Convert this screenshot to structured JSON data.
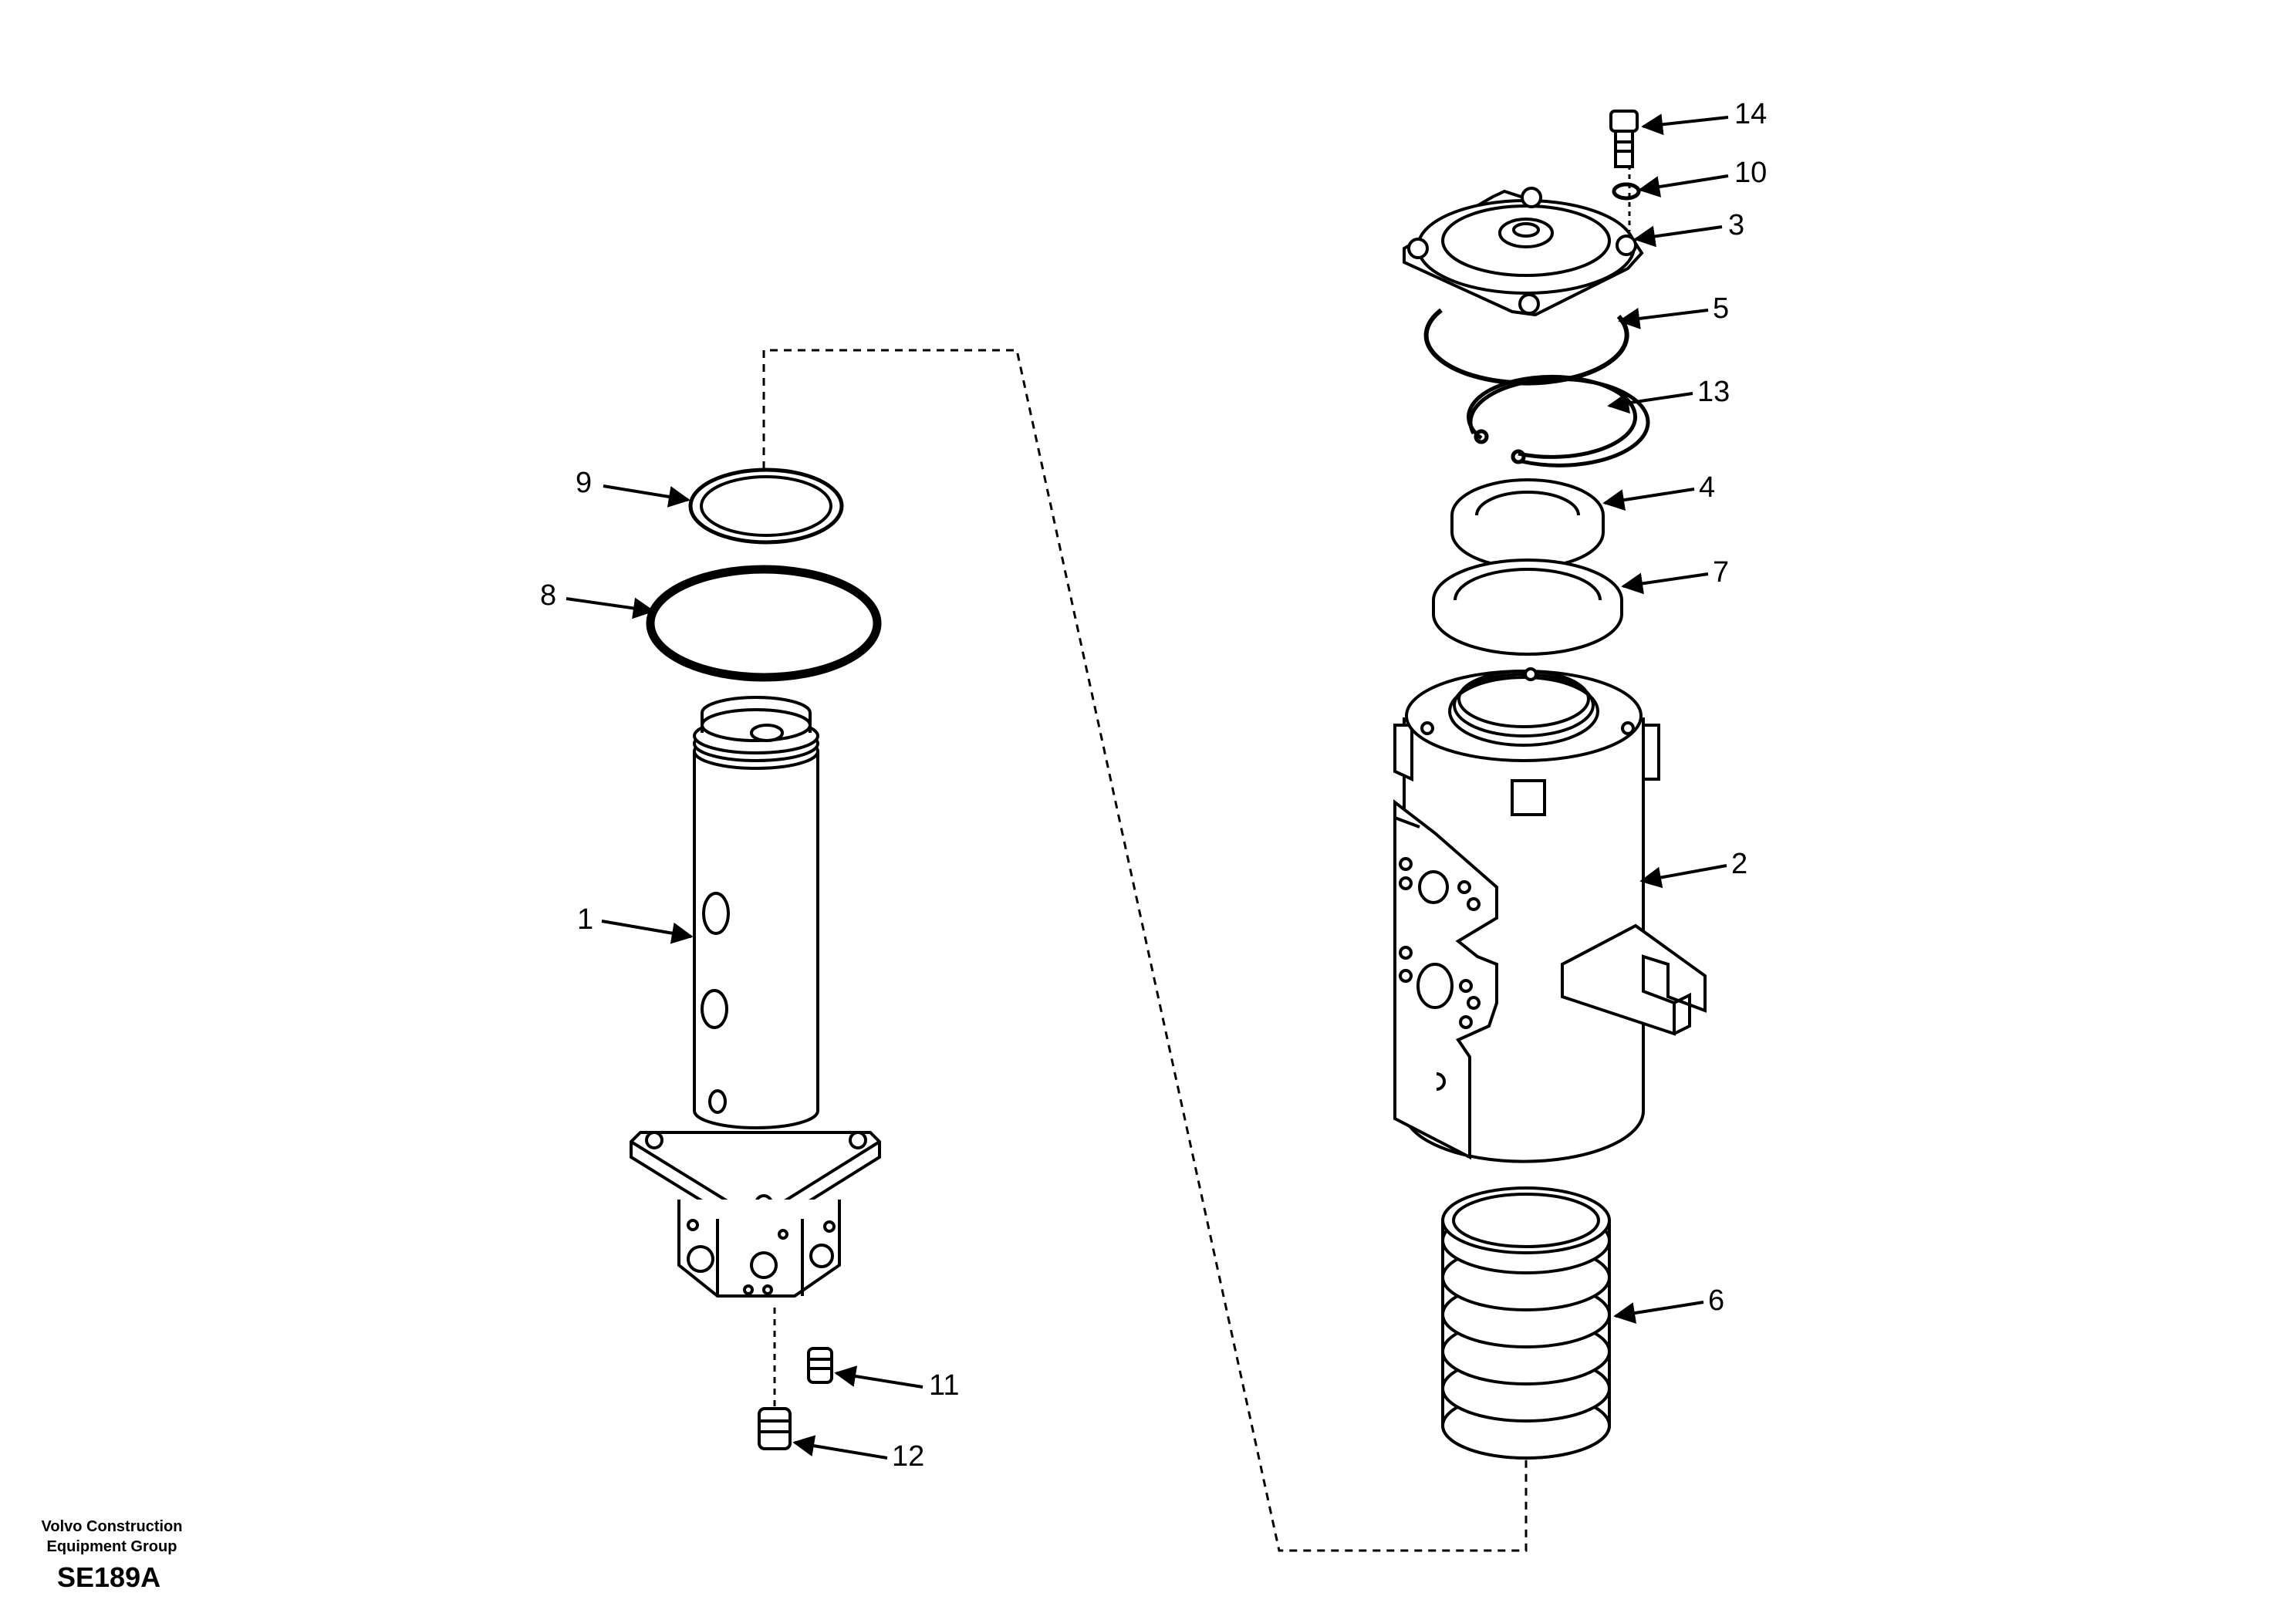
{
  "footer": {
    "company_line1": "Volvo Construction",
    "company_line2": "Equipment Group",
    "drawing_code": "SE189A"
  },
  "callouts": {
    "c1": "1",
    "c2": "2",
    "c3": "3",
    "c4": "4",
    "c5": "5",
    "c6": "6",
    "c7": "7",
    "c8": "8",
    "c9": "9",
    "c10": "10",
    "c11": "11",
    "c12": "12",
    "c13": "13",
    "c14": "14"
  },
  "colors": {
    "line": "#000000",
    "background": "#ffffff"
  }
}
